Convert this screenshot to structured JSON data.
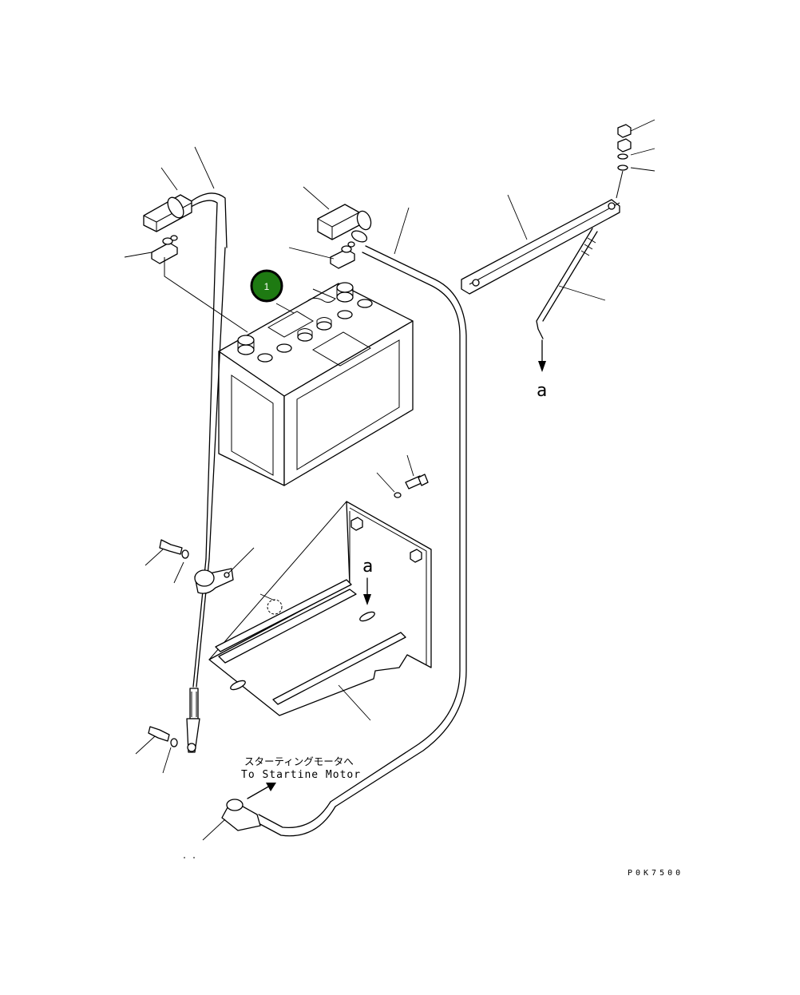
{
  "callout": {
    "number": "1",
    "color": "#1e7a12",
    "ring_color": "#000000"
  },
  "labels": {
    "arrow_a_right": "a",
    "arrow_a_tray": "a",
    "starter_jp": "スターティングモータへ",
    "starter_en": "To Startine Motor",
    "drawing_code": "P0K7500"
  }
}
